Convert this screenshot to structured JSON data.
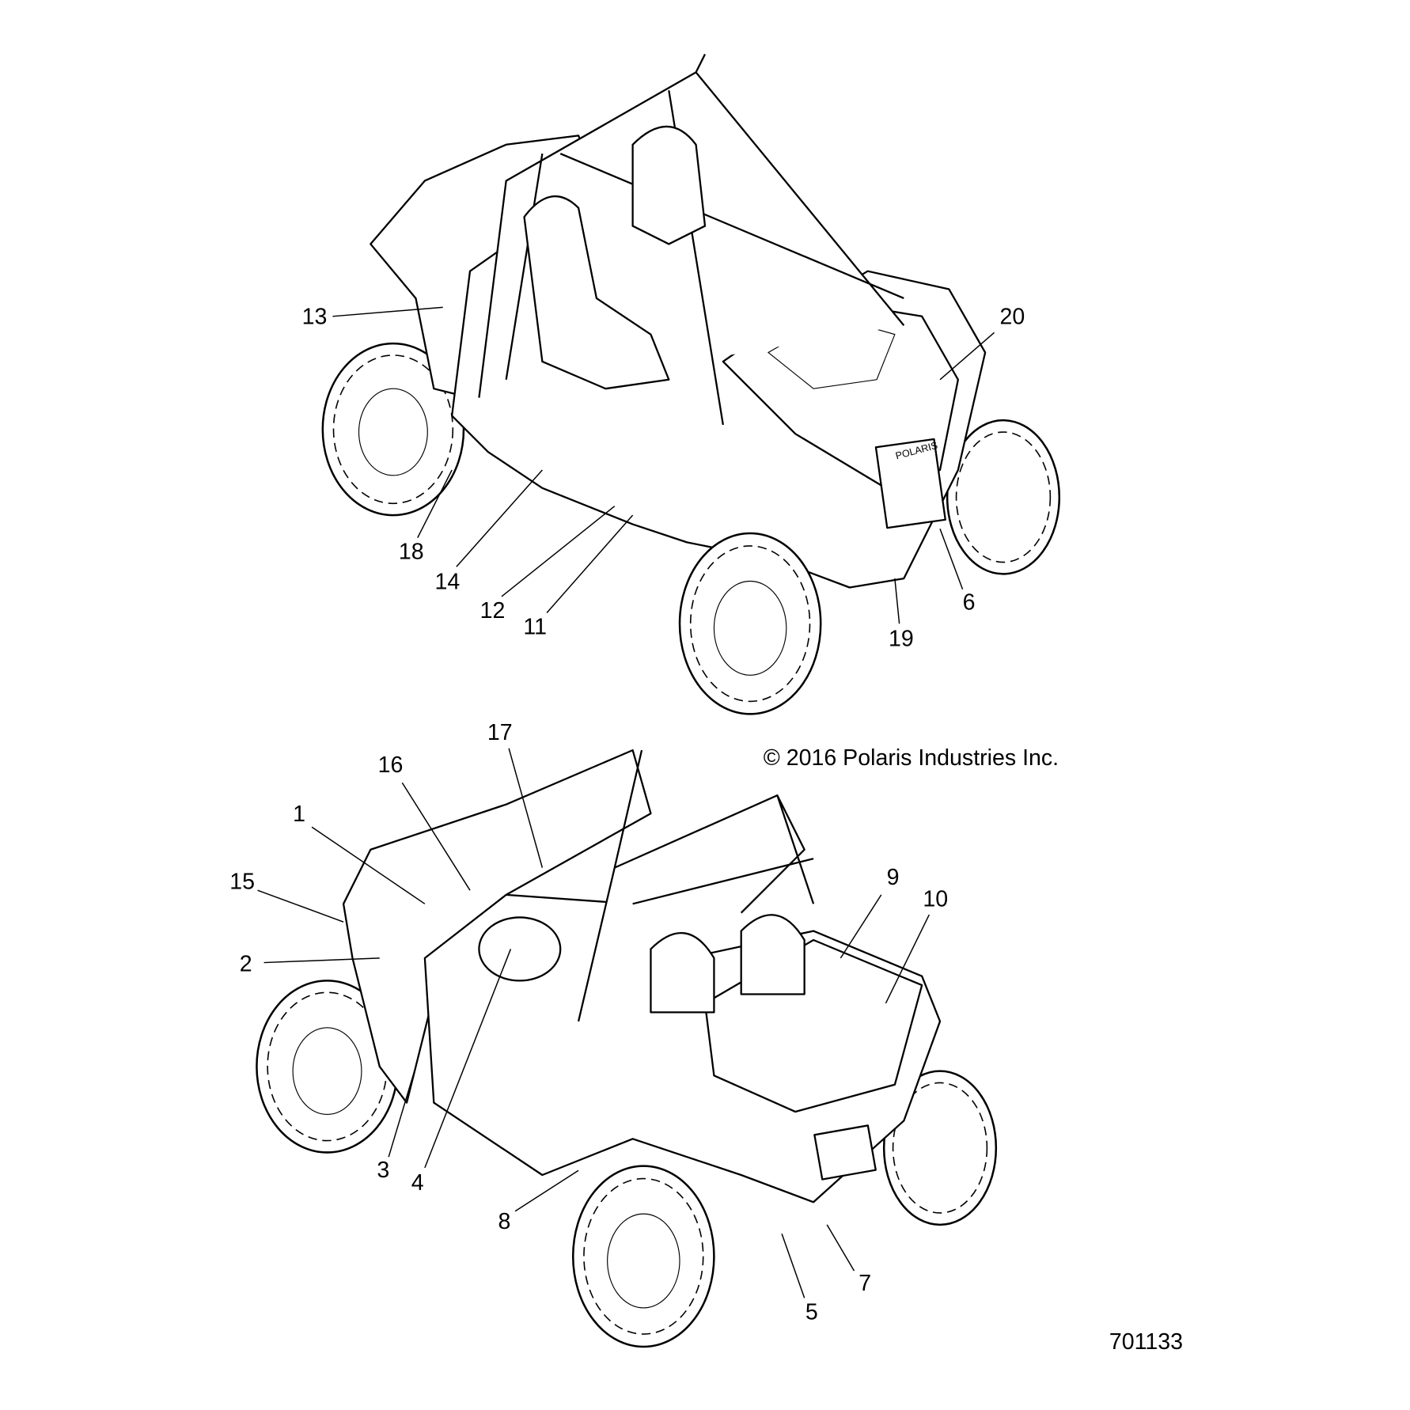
{
  "copyright": "© 2016 Polaris Industries Inc.",
  "drawing_number": "701133",
  "callouts": {
    "c1": "1",
    "c2": "2",
    "c3": "3",
    "c4": "4",
    "c5": "5",
    "c6": "6",
    "c7": "7",
    "c8": "8",
    "c9": "9",
    "c10": "10",
    "c11": "11",
    "c12": "12",
    "c13": "13",
    "c14": "14",
    "c15": "15",
    "c16": "16",
    "c17": "17",
    "c18": "18",
    "c19": "19",
    "c20": "20"
  },
  "grille_brand": "POLARIS"
}
